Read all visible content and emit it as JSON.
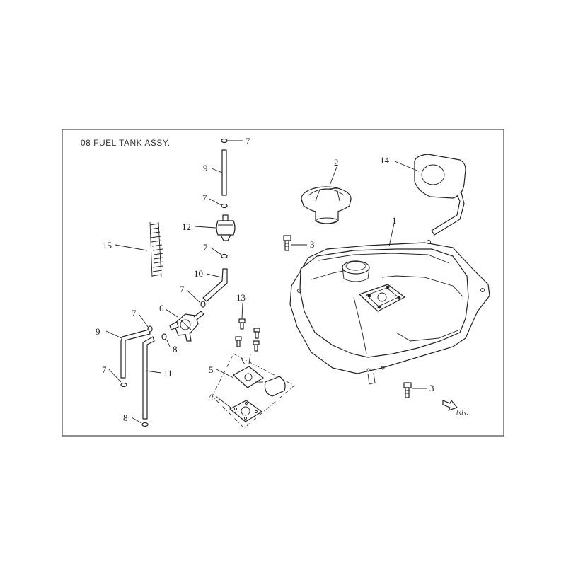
{
  "title": "08  FUEL TANK ASSY.",
  "direction_label": "RR.",
  "callouts": {
    "c1": "1",
    "c2": "2",
    "c3a": "3",
    "c3b": "3",
    "c4": "4",
    "c5": "5",
    "c6": "6",
    "c7a": "7",
    "c7b": "7",
    "c7c": "7",
    "c7d": "7",
    "c7e": "7",
    "c7f": "7",
    "c8a": "8",
    "c8b": "8",
    "c9a": "9",
    "c9b": "9",
    "c10": "10",
    "c11": "11",
    "c12": "12",
    "c13": "13",
    "c14": "14",
    "c15": "15"
  }
}
